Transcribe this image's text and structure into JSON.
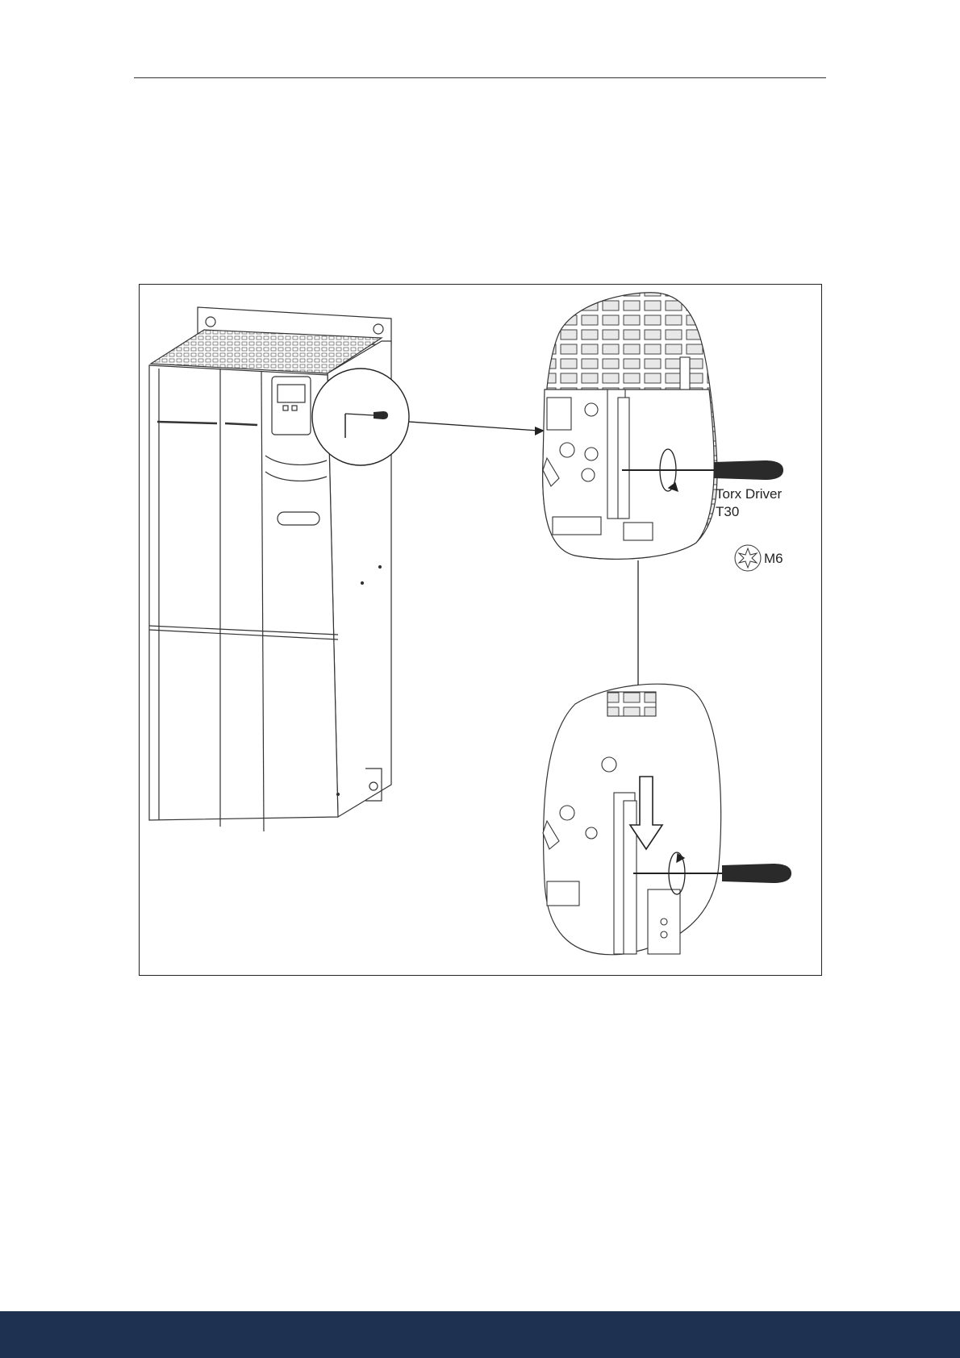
{
  "figure": {
    "tool_label_line1": "Torx Driver",
    "tool_label_line2": "T30",
    "screw_label": "M6",
    "icons": [
      "torx-screw-icon",
      "screwdriver-icon",
      "rotate-arrow-icon",
      "down-arrow-icon"
    ]
  },
  "colors": {
    "footer": "#1f3150",
    "line": "#222222",
    "handle": "#2a2a2a"
  }
}
